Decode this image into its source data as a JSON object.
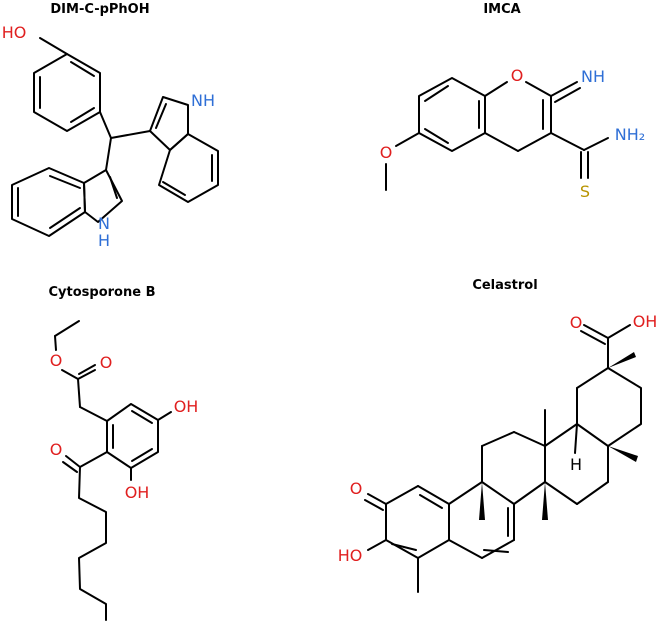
{
  "colors": {
    "oxygen": "#e02020",
    "nitrogen": "#2f6fd6",
    "sulfur": "#b89400",
    "carbon": "#000000"
  },
  "molecules": {
    "dim": {
      "title": "DIM-C-pPhOH",
      "ho": "HO",
      "nh_top": "NH",
      "nh_bottom_n": "N",
      "nh_bottom_h": "H"
    },
    "imca": {
      "title": "IMCA",
      "o_ring": "O",
      "nh": "NH",
      "nh2": "NH₂",
      "s": "S",
      "o_methoxy": "O"
    },
    "cyto": {
      "title": "Cytosporone B",
      "o_ester": "O",
      "o_carbonyl": "O",
      "oh_top": "OH",
      "o_ketone": "O",
      "oh_bottom": "OH"
    },
    "celastrol": {
      "title": "Celastrol",
      "o_acid": "O",
      "oh_acid": "OH",
      "o_ketone": "O",
      "ho": "HO",
      "h": "H"
    }
  }
}
